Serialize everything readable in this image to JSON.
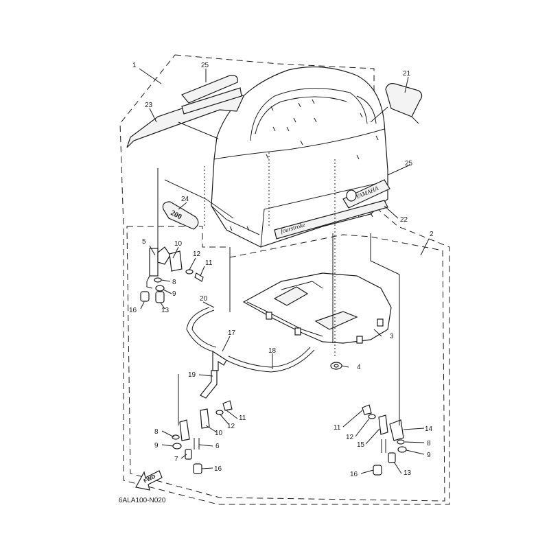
{
  "diagram": {
    "drawing_code": "6ALA100-N020",
    "fwd_label": "FWD",
    "decal_text": {
      "yamaha": "YAMAHA",
      "model": "200",
      "fourstroke": "fourstroke"
    },
    "callouts": [
      {
        "id": "c1",
        "text": "1"
      },
      {
        "id": "c2",
        "text": "2"
      },
      {
        "id": "c3",
        "text": "3"
      },
      {
        "id": "c4",
        "text": "4"
      },
      {
        "id": "c5",
        "text": "5"
      },
      {
        "id": "c6",
        "text": "6"
      },
      {
        "id": "c7",
        "text": "7"
      },
      {
        "id": "c8a",
        "text": "8"
      },
      {
        "id": "c8b",
        "text": "8"
      },
      {
        "id": "c8c",
        "text": "8"
      },
      {
        "id": "c9a",
        "text": "9"
      },
      {
        "id": "c9b",
        "text": "9"
      },
      {
        "id": "c9c",
        "text": "9"
      },
      {
        "id": "c10a",
        "text": "10"
      },
      {
        "id": "c10b",
        "text": "10"
      },
      {
        "id": "c11a",
        "text": "11"
      },
      {
        "id": "c11b",
        "text": "11"
      },
      {
        "id": "c11c",
        "text": "11"
      },
      {
        "id": "c12a",
        "text": "12"
      },
      {
        "id": "c12b",
        "text": "12"
      },
      {
        "id": "c12c",
        "text": "12"
      },
      {
        "id": "c13a",
        "text": "13"
      },
      {
        "id": "c13b",
        "text": "13"
      },
      {
        "id": "c14",
        "text": "14"
      },
      {
        "id": "c15",
        "text": "15"
      },
      {
        "id": "c16a",
        "text": "16"
      },
      {
        "id": "c16b",
        "text": "16"
      },
      {
        "id": "c16c",
        "text": "16"
      },
      {
        "id": "c17",
        "text": "17"
      },
      {
        "id": "c18",
        "text": "18"
      },
      {
        "id": "c19",
        "text": "19"
      },
      {
        "id": "c20",
        "text": "20"
      },
      {
        "id": "c21",
        "text": "21"
      },
      {
        "id": "c22",
        "text": "22"
      },
      {
        "id": "c23",
        "text": "23"
      },
      {
        "id": "c24",
        "text": "24"
      },
      {
        "id": "c25a",
        "text": "25"
      },
      {
        "id": "c25b",
        "text": "25"
      }
    ]
  }
}
